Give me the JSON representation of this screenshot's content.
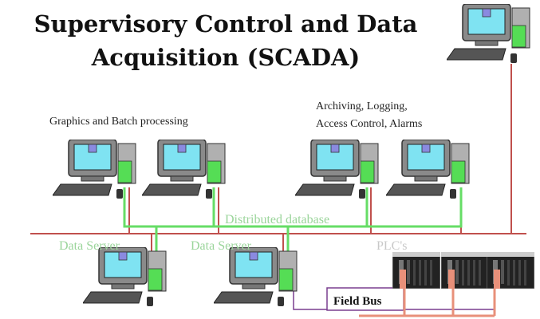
{
  "title": {
    "line1": "Supervisory Control and Data",
    "line2": "Acquisition (SCADA)"
  },
  "labels": {
    "graphics": "Graphics and Batch processing",
    "archiving_line1": "Archiving, Logging,",
    "archiving_line2": "Access Control, Alarms",
    "distributed_db": "Distributed database",
    "data_server_1": "Data Server",
    "data_server_2": "Data Server",
    "plcs": "PLC's",
    "field_bus": "Field Bus"
  },
  "colors": {
    "lan": "#c0504d",
    "db": "#66dd66",
    "fieldbus": "#7a3f8f",
    "plc_link": "#e8907a"
  }
}
